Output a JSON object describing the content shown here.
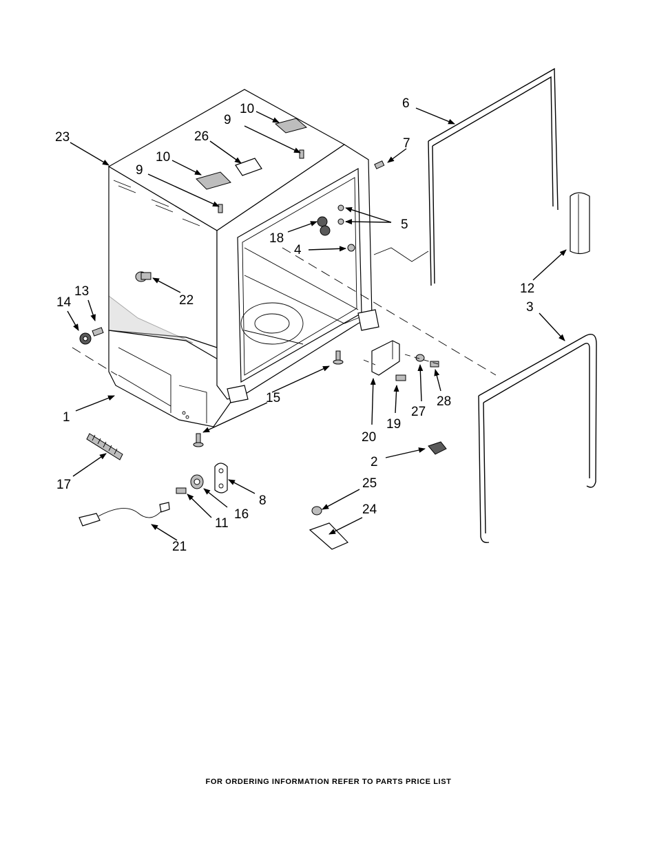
{
  "labels": {
    "l1": "1",
    "l2": "2",
    "l3": "3",
    "l4": "4",
    "l5": "5",
    "l6": "6",
    "l7": "7",
    "l8": "8",
    "l9a": "9",
    "l9b": "9",
    "l10a": "10",
    "l10b": "10",
    "l11": "11",
    "l12": "12",
    "l13": "13",
    "l14": "14",
    "l15": "15",
    "l16": "16",
    "l17": "17",
    "l18": "18",
    "l19": "19",
    "l20": "20",
    "l21": "21",
    "l22": "22",
    "l23": "23",
    "l24": "24",
    "l25": "25",
    "l26": "26",
    "l27": "27",
    "l28": "28"
  },
  "footer": "FOR ORDERING INFORMATION REFER TO PARTS PRICE LIST"
}
